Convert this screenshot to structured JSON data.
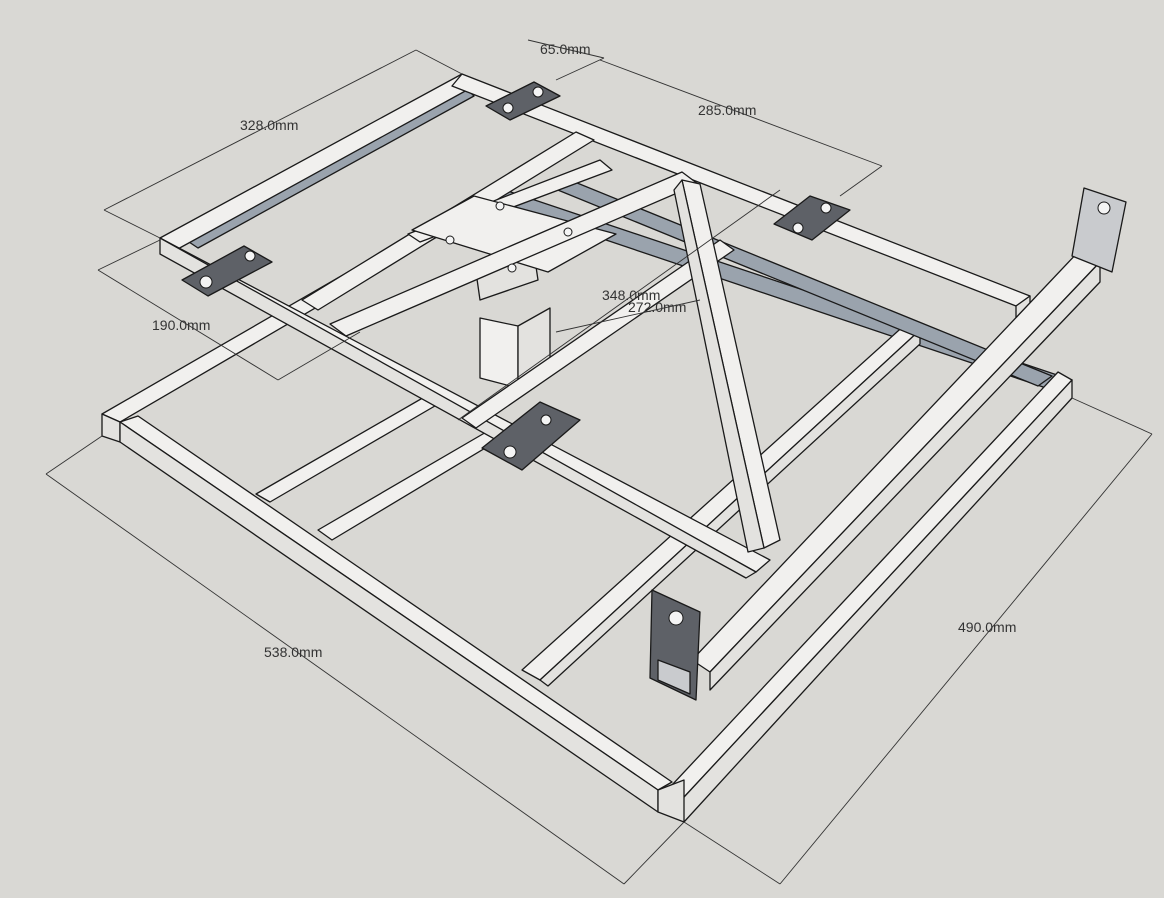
{
  "colors": {
    "background": "#d9d8d4",
    "frame_face": "#f1f0ee",
    "frame_shadow": "#9aa3ad",
    "plate": "#5e6167"
  },
  "dimensions": {
    "d65": "65.0mm",
    "d328": "328.0mm",
    "d285": "285.0mm",
    "d190": "190.0mm",
    "d348": "348.0mm",
    "d272": "272.0mm",
    "d538": "538.0mm",
    "d490": "490.0mm"
  }
}
